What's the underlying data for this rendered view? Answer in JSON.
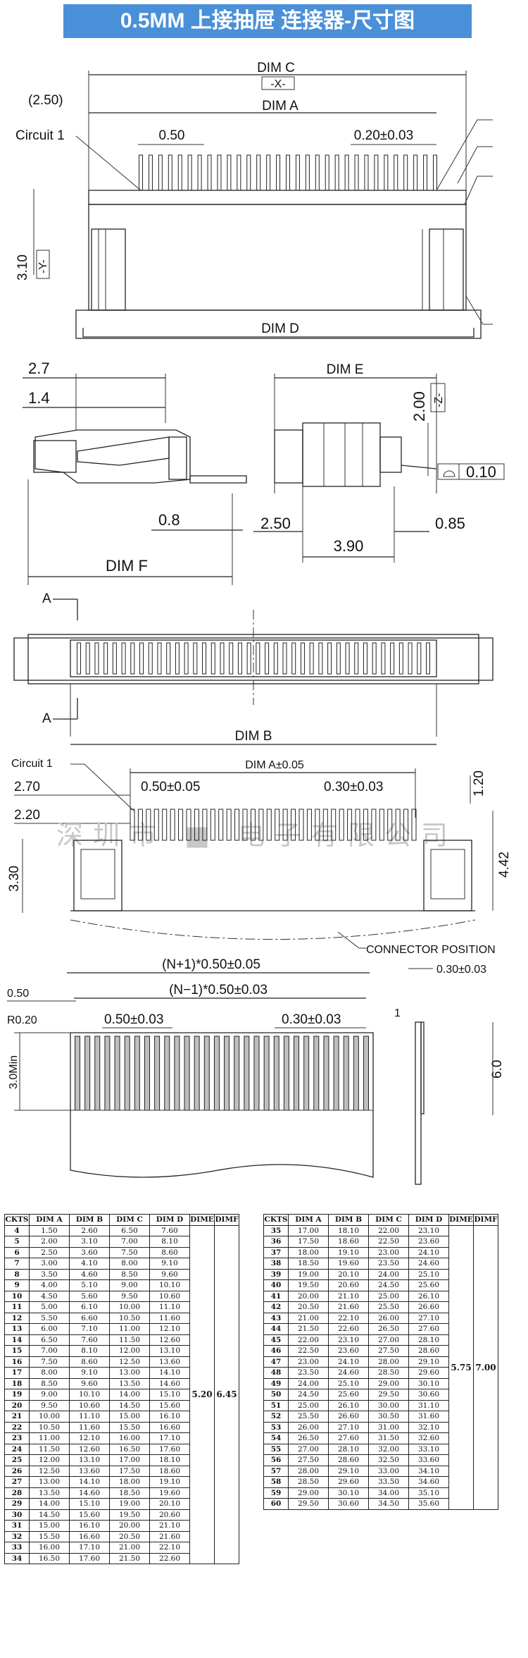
{
  "header": {
    "title": "0.5MM 上接抽屉 连接器-尺寸图"
  },
  "watermark": "深圳市 ■ 电子有限公司",
  "view1": {
    "dim_c": "DIM C",
    "x_ref": "-X-",
    "dim_a": "DIM A",
    "offset": "(2.50)",
    "circuit": "Circuit 1",
    "pitch": "0.50",
    "width_tol": "0.20±0.03",
    "height": "3.10",
    "y_ref": "-Y-",
    "dim_d": "DIM D"
  },
  "view2": {
    "d1": "2.7",
    "d2": "1.4",
    "d3": "0.8",
    "dim_f": "DIM F",
    "dim_e": "DIM E",
    "d4": "2.00",
    "z_ref": "-Z-",
    "flat_tol": "0.10",
    "d5": "2.50",
    "d6": "0.85",
    "d7": "3.90"
  },
  "view3": {
    "section_a1": "A",
    "section_a2": "A",
    "dim_b": "DIM B"
  },
  "view4": {
    "circuit": "Circuit 1",
    "dim_a_tol": "DIM A±0.05",
    "d1": "2.70",
    "pitch_tol": "0.50±0.05",
    "width_tol": "0.30±0.03",
    "d2": "1.20",
    "d3": "2.20",
    "d4": "3.30",
    "d5": "4.42",
    "connector_position": "CONNECTOR POSITION"
  },
  "view5": {
    "n_plus": "(N+1)*0.50±0.05",
    "n_minus": "(N−1)*0.50±0.03",
    "d1": "0.50",
    "radius": "R0.20",
    "pitch_tol": "0.50±0.03",
    "width_tol": "0.30±0.03",
    "side_tol": "0.30±0.03",
    "min_len": "3.0Min",
    "one": "1",
    "len": "6.0"
  },
  "table_headers": [
    "CKTS",
    "DIM A",
    "DIM B",
    "DIM C",
    "DIM D",
    "DIME",
    "DIMF"
  ],
  "table1": {
    "dim_e": "5.20",
    "dim_f": "6.45",
    "rows": [
      [
        "4",
        "1.50",
        "2.60",
        "6.50",
        "7.60"
      ],
      [
        "5",
        "2.00",
        "3.10",
        "7.00",
        "8.10"
      ],
      [
        "6",
        "2.50",
        "3.60",
        "7.50",
        "8.60"
      ],
      [
        "7",
        "3.00",
        "4.10",
        "8.00",
        "9.10"
      ],
      [
        "8",
        "3.50",
        "4.60",
        "8.50",
        "9.60"
      ],
      [
        "9",
        "4.00",
        "5.10",
        "9.00",
        "10.10"
      ],
      [
        "10",
        "4.50",
        "5.60",
        "9.50",
        "10.60"
      ],
      [
        "11",
        "5.00",
        "6.10",
        "10.00",
        "11.10"
      ],
      [
        "12",
        "5.50",
        "6.60",
        "10.50",
        "11.60"
      ],
      [
        "13",
        "6.00",
        "7.10",
        "11.00",
        "12.10"
      ],
      [
        "14",
        "6.50",
        "7.60",
        "11.50",
        "12.60"
      ],
      [
        "15",
        "7.00",
        "8.10",
        "12.00",
        "13.10"
      ],
      [
        "16",
        "7.50",
        "8.60",
        "12.50",
        "13.60"
      ],
      [
        "17",
        "8.00",
        "9.10",
        "13.00",
        "14.10"
      ],
      [
        "18",
        "8.50",
        "9.60",
        "13.50",
        "14.60"
      ],
      [
        "19",
        "9.00",
        "10.10",
        "14.00",
        "15.10"
      ],
      [
        "20",
        "9.50",
        "10.60",
        "14.50",
        "15.60"
      ],
      [
        "21",
        "10.00",
        "11.10",
        "15.00",
        "16.10"
      ],
      [
        "22",
        "10.50",
        "11.60",
        "15.50",
        "16.60"
      ],
      [
        "23",
        "11.00",
        "12.10",
        "16.00",
        "17.10"
      ],
      [
        "24",
        "11.50",
        "12.60",
        "16.50",
        "17.60"
      ],
      [
        "25",
        "12.00",
        "13.10",
        "17.00",
        "18.10"
      ],
      [
        "26",
        "12.50",
        "13.60",
        "17.50",
        "18.60"
      ],
      [
        "27",
        "13.00",
        "14.10",
        "18.00",
        "19.10"
      ],
      [
        "28",
        "13.50",
        "14.60",
        "18.50",
        "19.60"
      ],
      [
        "29",
        "14.00",
        "15.10",
        "19.00",
        "20.10"
      ],
      [
        "30",
        "14.50",
        "15.60",
        "19.50",
        "20.60"
      ],
      [
        "31",
        "15.00",
        "16.10",
        "20.00",
        "21.10"
      ],
      [
        "32",
        "15.50",
        "16.60",
        "20.50",
        "21.60"
      ],
      [
        "33",
        "16.00",
        "17.10",
        "21.00",
        "22.10"
      ],
      [
        "34",
        "16.50",
        "17.60",
        "21.50",
        "22.60"
      ]
    ]
  },
  "table2": {
    "dim_e": "5.75",
    "dim_f": "7.00",
    "rows": [
      [
        "35",
        "17.00",
        "18.10",
        "22.00",
        "23.10"
      ],
      [
        "36",
        "17.50",
        "18.60",
        "22.50",
        "23.60"
      ],
      [
        "37",
        "18.00",
        "19.10",
        "23.00",
        "24.10"
      ],
      [
        "38",
        "18.50",
        "19.60",
        "23.50",
        "24.60"
      ],
      [
        "39",
        "19.00",
        "20.10",
        "24.00",
        "25.10"
      ],
      [
        "40",
        "19.50",
        "20.60",
        "24.50",
        "25.60"
      ],
      [
        "41",
        "20.00",
        "21.10",
        "25.00",
        "26.10"
      ],
      [
        "42",
        "20.50",
        "21.60",
        "25.50",
        "26.60"
      ],
      [
        "43",
        "21.00",
        "22.10",
        "26.00",
        "27.10"
      ],
      [
        "44",
        "21.50",
        "22.60",
        "26.50",
        "27.60"
      ],
      [
        "45",
        "22.00",
        "23.10",
        "27.00",
        "28.10"
      ],
      [
        "46",
        "22.50",
        "23.60",
        "27.50",
        "28.60"
      ],
      [
        "47",
        "23.00",
        "24.10",
        "28.00",
        "29.10"
      ],
      [
        "48",
        "23.50",
        "24.60",
        "28.50",
        "29.60"
      ],
      [
        "49",
        "24.00",
        "25.10",
        "29.00",
        "30.10"
      ],
      [
        "50",
        "24.50",
        "25.60",
        "29.50",
        "30.60"
      ],
      [
        "51",
        "25.00",
        "26.10",
        "30.00",
        "31.10"
      ],
      [
        "52",
        "25.50",
        "26.60",
        "30.50",
        "31.60"
      ],
      [
        "53",
        "26.00",
        "27.10",
        "31.00",
        "32.10"
      ],
      [
        "54",
        "26.50",
        "27.60",
        "31.50",
        "32.60"
      ],
      [
        "55",
        "27.00",
        "28.10",
        "32.00",
        "33.10"
      ],
      [
        "56",
        "27.50",
        "28.60",
        "32.50",
        "33.60"
      ],
      [
        "57",
        "28.00",
        "29.10",
        "33.00",
        "34.10"
      ],
      [
        "58",
        "28.50",
        "29.60",
        "33.50",
        "34.60"
      ],
      [
        "59",
        "29.00",
        "30.10",
        "34.00",
        "35.10"
      ],
      [
        "60",
        "29.50",
        "30.60",
        "34.50",
        "35.60"
      ]
    ]
  }
}
